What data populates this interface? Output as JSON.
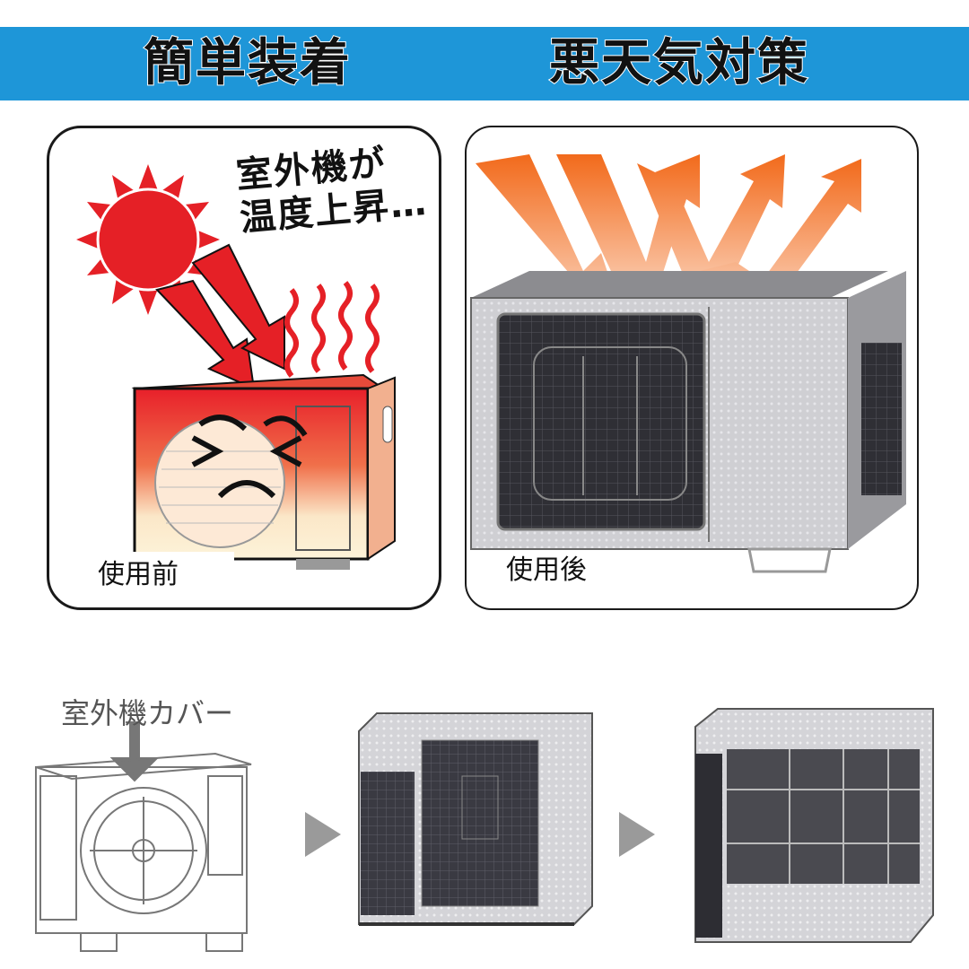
{
  "banner": {
    "left_title": "簡単装着",
    "right_title": "悪天気対策",
    "color": "#1e96d8"
  },
  "before_panel": {
    "heat_line1": "室外機が",
    "heat_line2": "温度上昇…",
    "caption": "使用前"
  },
  "after_panel": {
    "caption": "使用後"
  },
  "steps": {
    "diagram_label": "室外機カバー",
    "arrow_icon": "right-triangle-arrow"
  }
}
